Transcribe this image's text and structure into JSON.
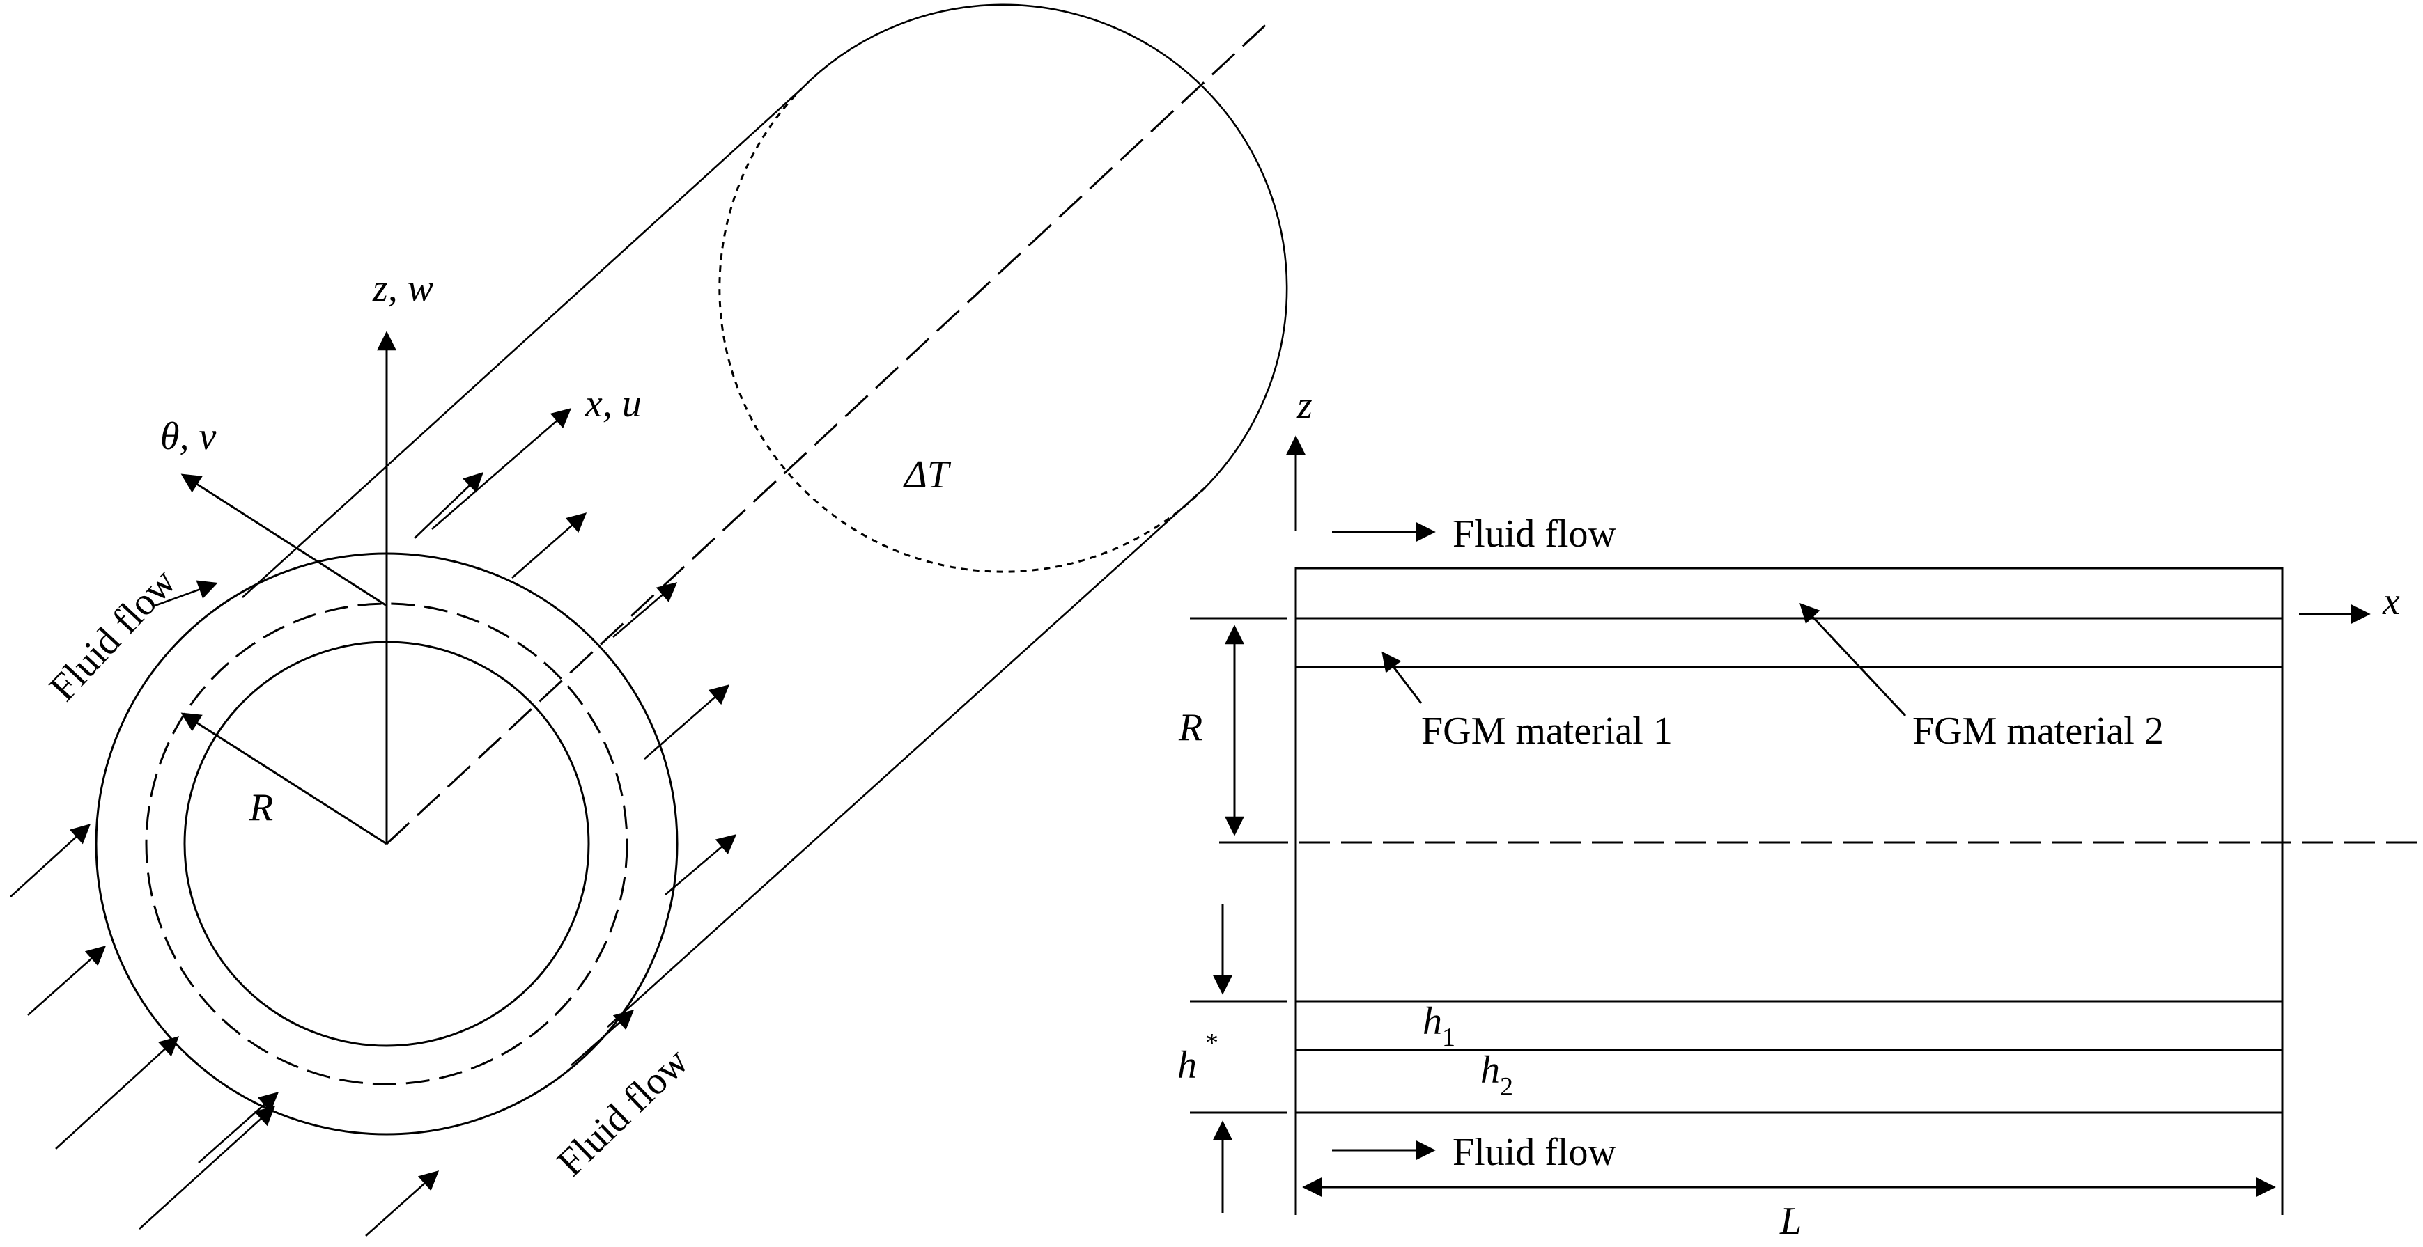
{
  "left_view": {
    "axis_z": "z, w",
    "axis_x": "x, u",
    "axis_theta": "θ, v",
    "radius_label": "R",
    "temperature_label": "ΔT",
    "flow_label_top": "Fluid flow",
    "flow_label_bottom": "Fluid flow"
  },
  "right_view": {
    "axis_z": "z",
    "axis_x": "x",
    "flow_label_top": "Fluid flow",
    "flow_label_bottom": "Fluid flow",
    "material_1": "FGM material 1",
    "material_2": "FGM material 2",
    "radius_label": "R",
    "thickness_label": "h",
    "thickness_sup": "*",
    "layer_1_label": "h",
    "layer_1_sub": "1",
    "layer_2_label": "h",
    "layer_2_sub": "2",
    "length_label": "L"
  }
}
